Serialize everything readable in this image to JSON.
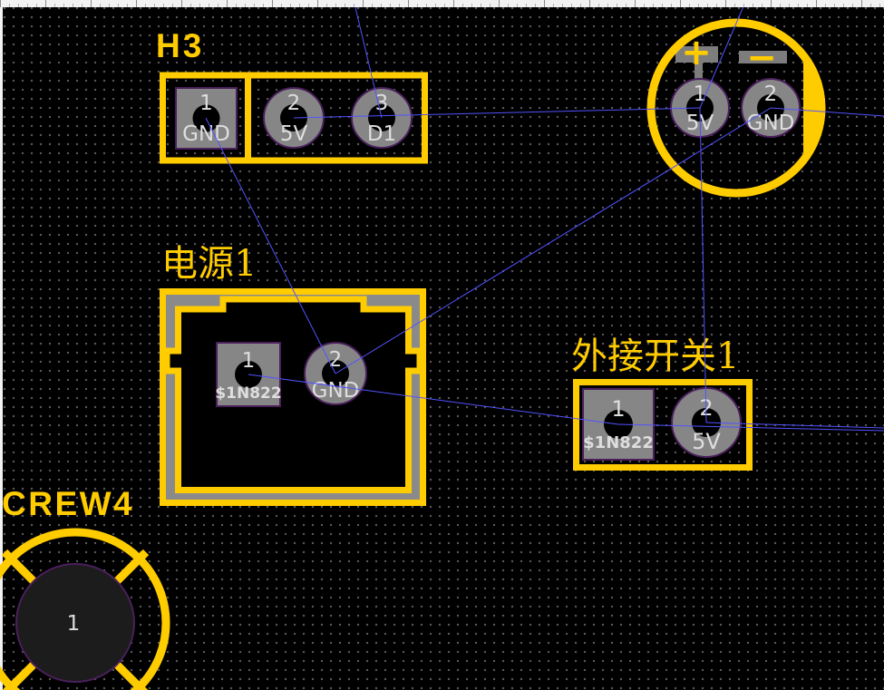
{
  "colors": {
    "background": "#000000",
    "silkscreen": "#FFCC00",
    "pad": "#868686",
    "pad_outline": "#4A1F5C",
    "drill": "#000000",
    "pad_text": "#DEDEDE",
    "ratline": "#5252FF",
    "grid_dot": "#5E5E5E",
    "connector_body": "#8A8A8A",
    "ruler": "#F2F2F2",
    "screw_pad": "#1C1C1C",
    "assembly_mark": "#7D7D7D"
  },
  "components": {
    "h3": {
      "designator": "H3",
      "pads": [
        {
          "number": "1",
          "net": "GND"
        },
        {
          "number": "2",
          "net": "5V"
        },
        {
          "number": "3",
          "net": "D1"
        }
      ]
    },
    "capacitor": {
      "polarity": {
        "plus": "+",
        "minus": "−"
      },
      "pads": [
        {
          "number": "1",
          "net": "5V"
        },
        {
          "number": "2",
          "net": "GND"
        }
      ]
    },
    "power1": {
      "designator": "电源1",
      "pads": [
        {
          "number": "1",
          "net": "$1N822"
        },
        {
          "number": "2",
          "net": "GND"
        }
      ]
    },
    "switch1": {
      "designator": "外接开关1",
      "pads": [
        {
          "number": "1",
          "net": "$1N822"
        },
        {
          "number": "2",
          "net": "5V"
        }
      ]
    },
    "screw4": {
      "designator": "CREW4",
      "pads": [
        {
          "number": "1"
        }
      ]
    }
  }
}
